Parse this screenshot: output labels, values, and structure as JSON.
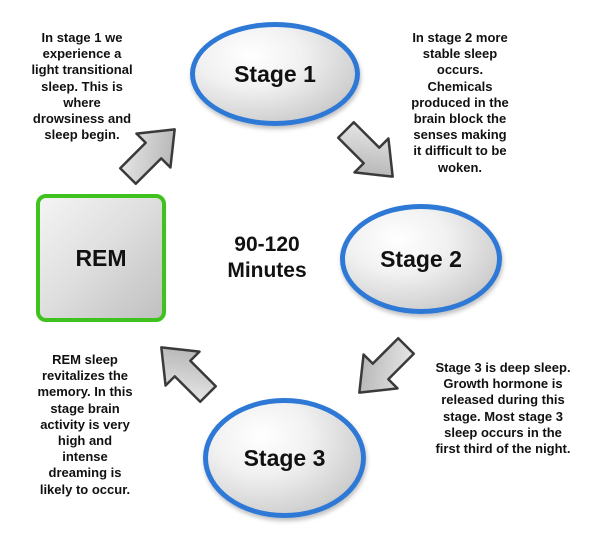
{
  "nodes": {
    "stage1": "Stage 1",
    "stage2": "Stage 2",
    "stage3": "Stage 3",
    "rem": "REM"
  },
  "center": {
    "line1": "90-120",
    "line2": "Minutes"
  },
  "notes": {
    "stage1": [
      "In stage 1 we",
      "experience a",
      "light transitional",
      "sleep. This is",
      "where",
      "drowsiness and",
      "sleep begin."
    ],
    "stage2": [
      "In stage 2 more",
      "stable sleep",
      "occurs.",
      "Chemicals",
      "produced in the",
      "brain block the",
      "senses making",
      "it difficult to be",
      "woken."
    ],
    "stage3": [
      "Stage 3 is deep sleep.",
      "Growth hormone is",
      "released during this",
      "stage. Most stage 3",
      "sleep occurs in the",
      "first third of the night."
    ],
    "rem": [
      "REM sleep",
      "revitalizes the",
      "memory. In this",
      "stage brain",
      "activity is very",
      "high and",
      "intense",
      "dreaming is",
      "likely to occur."
    ]
  },
  "colors": {
    "stage_border": "#2f79d6",
    "rem_border": "#3fc21d",
    "arrow_fill": "#c8c8c8",
    "arrow_stroke": "#3a3a3a"
  }
}
